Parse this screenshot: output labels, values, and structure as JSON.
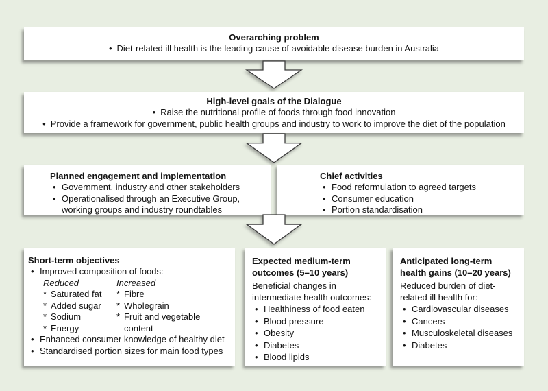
{
  "colors": {
    "background": "#e8eee2",
    "box_fill": "#ffffff",
    "box_shadow": "#3c3c3c",
    "arrow_outline": "#3c3c3c",
    "text": "#131313"
  },
  "levels": {
    "overarching": {
      "title": "Overarching problem",
      "bullets": [
        "Diet-related ill health is the leading cause of avoidable disease burden in Australia"
      ]
    },
    "goals": {
      "title": "High-level goals of the Dialogue",
      "bullets": [
        "Raise the nutritional profile of foods through food innovation",
        "Provide a framework for government, public health groups and industry to work to improve the diet of the population"
      ]
    },
    "engagement": {
      "title": "Planned engagement and implementation",
      "bullets": [
        "Government, industry and other stakeholders",
        "Operationalised through an Executive Group, working groups and industry roundtables"
      ]
    },
    "activities": {
      "title": "Chief activities",
      "bullets": [
        "Food reformulation to agreed targets",
        "Consumer education",
        "Portion standardisation"
      ]
    },
    "short_term": {
      "title": "Short-term objectives",
      "bullet_improved": "Improved composition of foods:",
      "reduced_header": "Reduced",
      "reduced_items": [
        "Saturated fat",
        "Added sugar",
        "Sodium",
        "Energy"
      ],
      "increased_header": "Increased",
      "increased_items": [
        "Fibre",
        "Wholegrain",
        "Fruit and vegetable content"
      ],
      "bullet_knowledge": "Enhanced consumer knowledge of healthy diet",
      "bullet_portion": "Standardised portion sizes for main food types"
    },
    "medium_term": {
      "title": "Expected medium-term outcomes (5–10 years)",
      "intro": "Beneficial changes in intermediate health outcomes:",
      "bullets": [
        "Healthiness of food eaten",
        "Blood pressure",
        "Obesity",
        "Diabetes",
        "Blood lipids"
      ]
    },
    "long_term": {
      "title": "Anticipated long-term health gains (10–20 years)",
      "intro": "Reduced burden of diet-related ill health for:",
      "bullets": [
        "Cardiovascular diseases",
        "Cancers",
        "Musculoskeletal diseases",
        "Diabetes"
      ]
    }
  }
}
